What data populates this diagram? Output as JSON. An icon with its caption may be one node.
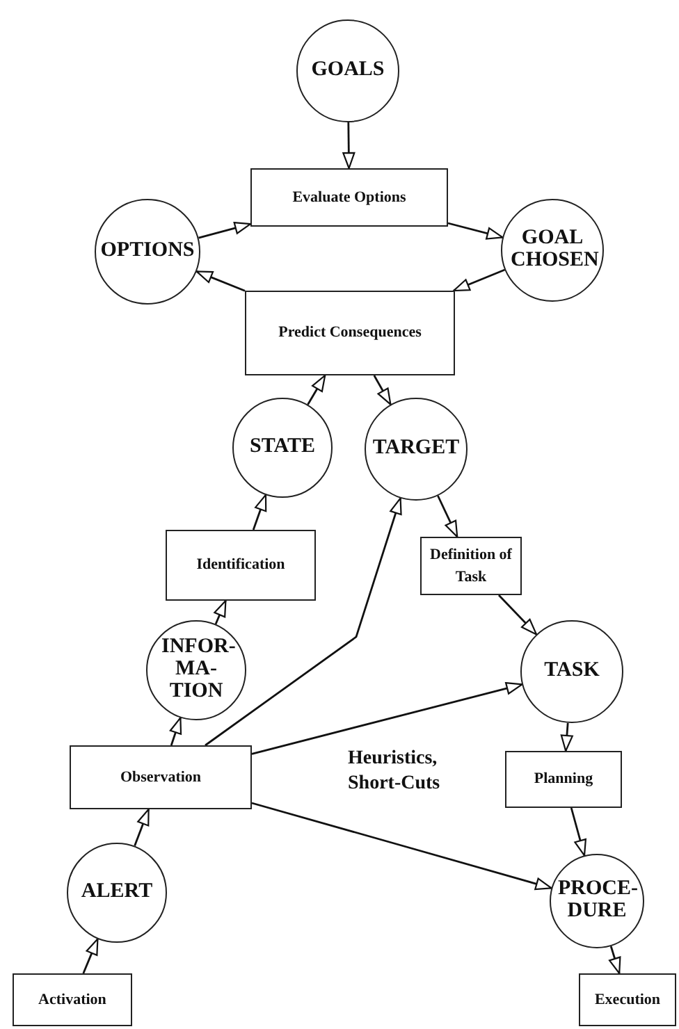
{
  "diagram": {
    "nodes": [
      {
        "text": [
          "GOALS"
        ]
      },
      {
        "text": [
          "Evaluate Options"
        ]
      },
      {
        "text": [
          "OPTIONS"
        ]
      },
      {
        "text": [
          "GOAL CHOSEN"
        ]
      },
      {
        "text": [
          "Predict Consequences"
        ]
      },
      {
        "text": [
          "STATE"
        ]
      },
      {
        "text": [
          "TARGET"
        ]
      },
      {
        "text": [
          "Identification"
        ]
      },
      {
        "text": [
          "Definition of Task"
        ]
      },
      {
        "text": [
          "INFOR- MA- TION"
        ]
      },
      {
        "text": [
          "TASK"
        ]
      },
      {
        "text": [
          "Observation"
        ]
      },
      {
        "text": [
          "Planning"
        ]
      },
      {
        "text": [
          "ALERT"
        ]
      },
      {
        "text": [
          "PROCE- DURE"
        ]
      },
      {
        "text": [
          "Activation"
        ]
      },
      {
        "text": [
          "Execution"
        ]
      }
    ],
    "edges": [
      {
        "from": 0,
        "to": 1,
        "arrow": "to"
      },
      {
        "from": 2,
        "to": 1,
        "arrow": "to"
      },
      {
        "from": 1,
        "to": 3,
        "arrow": "to"
      },
      {
        "from": 3,
        "to": 4,
        "arrow": "to"
      },
      {
        "from": 4,
        "to": 2,
        "arrow": "to"
      },
      {
        "from": 5,
        "to": 4,
        "arrow": "to"
      },
      {
        "from": 4,
        "to": 6,
        "arrow": "to"
      },
      {
        "from": 7,
        "to": 5,
        "arrow": "to"
      },
      {
        "from": 6,
        "to": 8,
        "arrow": "to"
      },
      {
        "from": 9,
        "to": 7,
        "arrow": "to"
      },
      {
        "from": 8,
        "to": 10,
        "arrow": "to"
      },
      {
        "from": 11,
        "to": 9,
        "arrow": "to"
      },
      {
        "from": 11,
        "to": 6,
        "arrow": "to"
      },
      {
        "from": 11,
        "to": 10,
        "arrow": "to"
      },
      {
        "from": 10,
        "to": 12,
        "arrow": "to"
      },
      {
        "from": 12,
        "to": 14,
        "arrow": "to"
      },
      {
        "from": 11,
        "to": 14,
        "arrow": "to"
      },
      {
        "from": 13,
        "to": 11,
        "arrow": "to"
      },
      {
        "from": 14,
        "to": 16,
        "arrow": "to"
      },
      {
        "from": 15,
        "to": 13,
        "arrow": "to"
      }
    ],
    "labels": [
      "Heuristics, Short-Cuts"
    ]
  }
}
